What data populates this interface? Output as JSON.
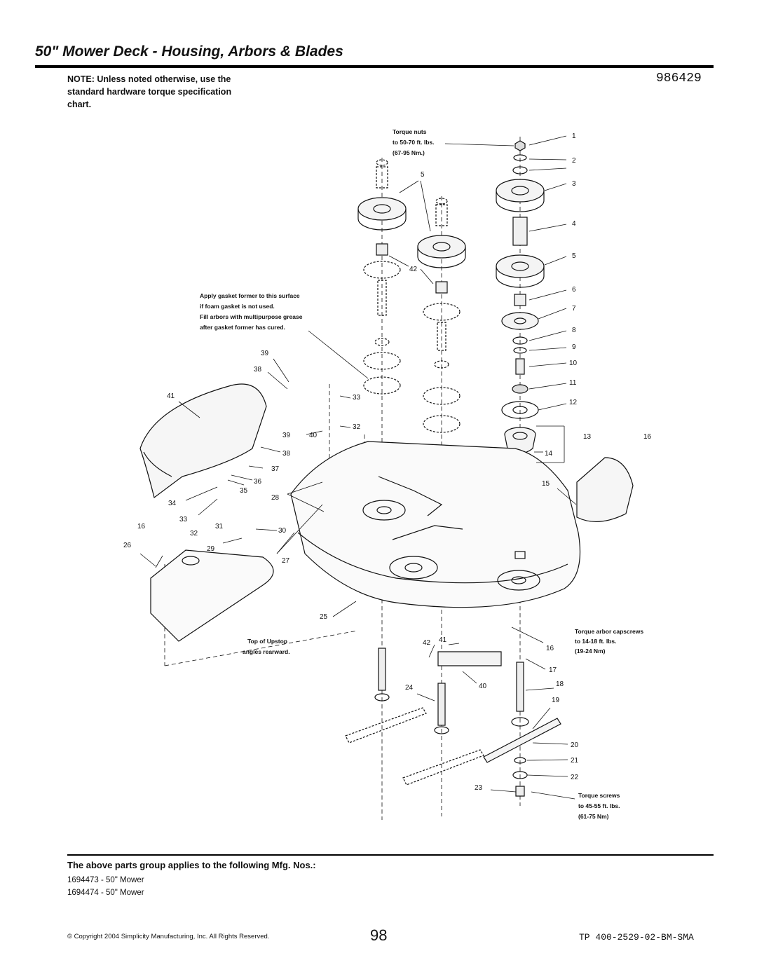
{
  "header": {
    "title": "50\" Mower Deck - Housing, Arbors & Blades",
    "part_number": "986429"
  },
  "note": "NOTE: Unless noted otherwise, use the standard hardware torque specification chart.",
  "annotations": {
    "torque_nuts": [
      "Torque nuts",
      "to 50-70 ft. lbs.",
      "(67-95 Nm.)"
    ],
    "gasket": [
      "Apply gasket former to this surface",
      "if foam gasket is not used.",
      "Fill arbors with multipurpose grease",
      "after gasket former has cured."
    ],
    "upstop": [
      "Top of Upstop",
      "angles rearward."
    ],
    "arbor_capscrews": [
      "Torque arbor capscrews",
      "to 14-18 ft. lbs.",
      "(19-24 Nm)"
    ],
    "torque_screws": [
      "Torque screws",
      "to 45-55 ft. lbs.",
      "(61-75 Nm)"
    ]
  },
  "callouts": {
    "c1": "1",
    "c2": "2",
    "c3": "3",
    "c4": "4",
    "c5": "5",
    "c5b": "5",
    "c6": "6",
    "c7": "7",
    "c8": "8",
    "c9": "9",
    "c10": "10",
    "c11": "11",
    "c12": "12",
    "c13": "13",
    "c14": "14",
    "c15": "15",
    "c16a": "16",
    "c16b": "16",
    "c16c": "16",
    "c17": "17",
    "c18": "18",
    "c19": "19",
    "c20": "20",
    "c21": "21",
    "c22": "22",
    "c23": "23",
    "c24": "24",
    "c25": "25",
    "c26": "26",
    "c27": "27",
    "c28": "28",
    "c29": "29",
    "c30": "30",
    "c31": "31",
    "c32a": "32",
    "c32b": "32",
    "c33a": "33",
    "c33b": "33",
    "c34": "34",
    "c35": "35",
    "c36": "36",
    "c37": "37",
    "c38a": "38",
    "c38b": "38",
    "c39a": "39",
    "c39b": "39",
    "c40a": "40",
    "c40b": "40",
    "c41a": "41",
    "c41b": "41",
    "c42a": "42",
    "c42b": "42"
  },
  "applies": {
    "heading": "The above parts group applies to the following Mfg. Nos.:",
    "items": [
      "1694473 - 50\" Mower",
      "1694474 - 50\" Mower"
    ]
  },
  "footer": {
    "copyright": "© Copyright 2004 Simplicity Manufacturing, Inc. All Rights Reserved.",
    "page": "98",
    "doc_code": "TP 400-2529-02-BM-SMA"
  }
}
